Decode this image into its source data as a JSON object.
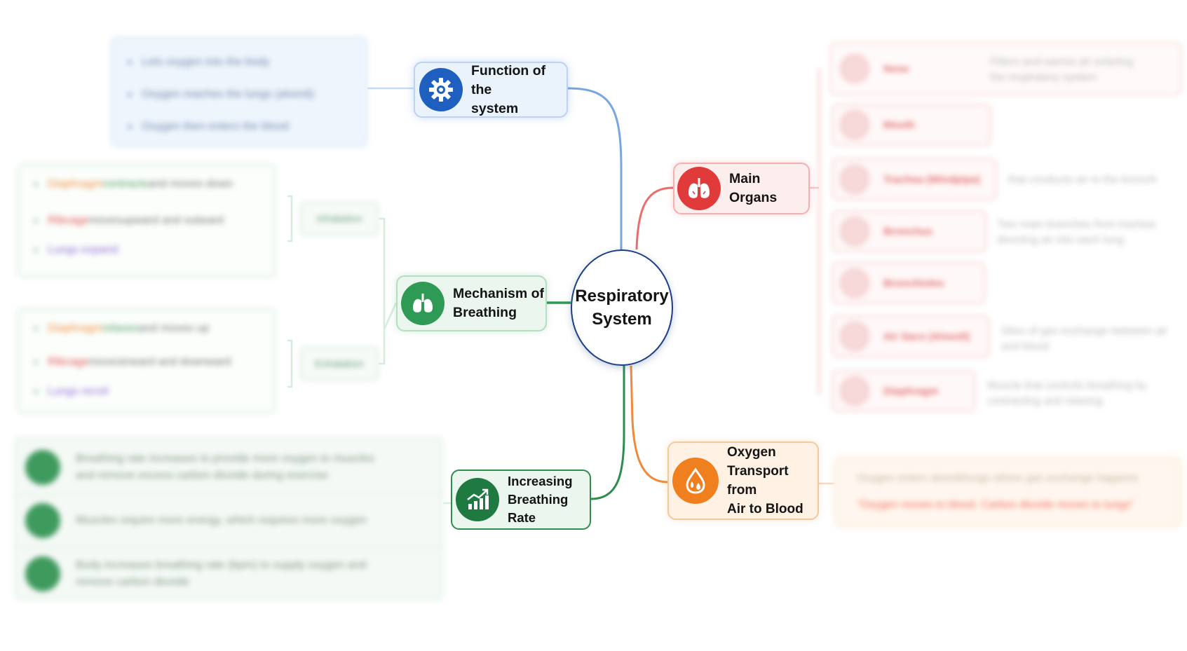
{
  "center": {
    "line1": "Respiratory",
    "line2": "System"
  },
  "branches": {
    "function": {
      "line1": "Function of the",
      "line2": "system",
      "icon": "gear-icon",
      "color": "#1f5fbf",
      "details": [
        "Lets oxygen into the body",
        "Oxygen reaches the lungs (alveoli)",
        "Oxygen then enters the blood"
      ]
    },
    "mechanism": {
      "line1": "Mechanism of",
      "line2": "Breathing",
      "icon": "lungs-icon",
      "color": "#2e9a55",
      "inhalation": {
        "label": "Inhalation",
        "items": [
          [
            "Diaphragm",
            " contracts",
            " and moves down"
          ],
          [
            "Ribcage",
            " moves",
            " upward and outward"
          ],
          [
            "Lungs expand",
            "",
            ""
          ]
        ]
      },
      "exhalation": {
        "label": "Exhalation",
        "items": [
          [
            "Diaphragm",
            " relaxes",
            " and moves up"
          ],
          [
            "Ribcage",
            " moves",
            " inward and downward"
          ],
          [
            "Lungs recoil",
            "",
            ""
          ]
        ]
      }
    },
    "rate": {
      "line1": "Increasing",
      "line2": "Breathing Rate",
      "icon": "chart-up-icon",
      "color": "#1f7a41",
      "rows": [
        [
          "Breathing rate increases to provide more oxygen to muscles",
          "and remove excess carbon dioxide during exercise"
        ],
        [
          "Muscles require more energy, which requires more oxygen",
          ""
        ],
        [
          "Body increases breathing rate (bpm) to supply oxygen and",
          "remove carbon dioxide"
        ]
      ]
    },
    "organs": {
      "label": "Main Organs",
      "icon": "lungs-icon",
      "color": "#e03a3a",
      "items": [
        {
          "name": "Nose",
          "desc1": "Filters and warms air entering",
          "desc2": "the respiratory system"
        },
        {
          "name": "Mouth",
          "desc1": "",
          "desc2": ""
        },
        {
          "name": "Trachea (Windpipe)",
          "desc1": "that conducts air to the bronchi",
          "desc2": ""
        },
        {
          "name": "Bronchus",
          "desc1": "Two main branches from trachea",
          "desc2": "directing air into each lung"
        },
        {
          "name": "Bronchioles",
          "desc1": "",
          "desc2": ""
        },
        {
          "name": "Air Sacs (Alveoli)",
          "desc1": "Sites of gas exchange between air",
          "desc2": "and blood"
        },
        {
          "name": "Diaphragm",
          "desc1": "Muscle that controls breathing by",
          "desc2": "contracting and relaxing"
        }
      ]
    },
    "oxygen": {
      "line1": "Oxygen",
      "line2": "Transport from",
      "line3": "Air to Blood",
      "icon": "droplet-icon",
      "color": "#f07f1e",
      "detail1": "Oxygen enters alveoli/lungs where gas exchange happens",
      "detail2": "\"Oxygen moves to blood. Carbon dioxide moves to lungs\""
    }
  }
}
